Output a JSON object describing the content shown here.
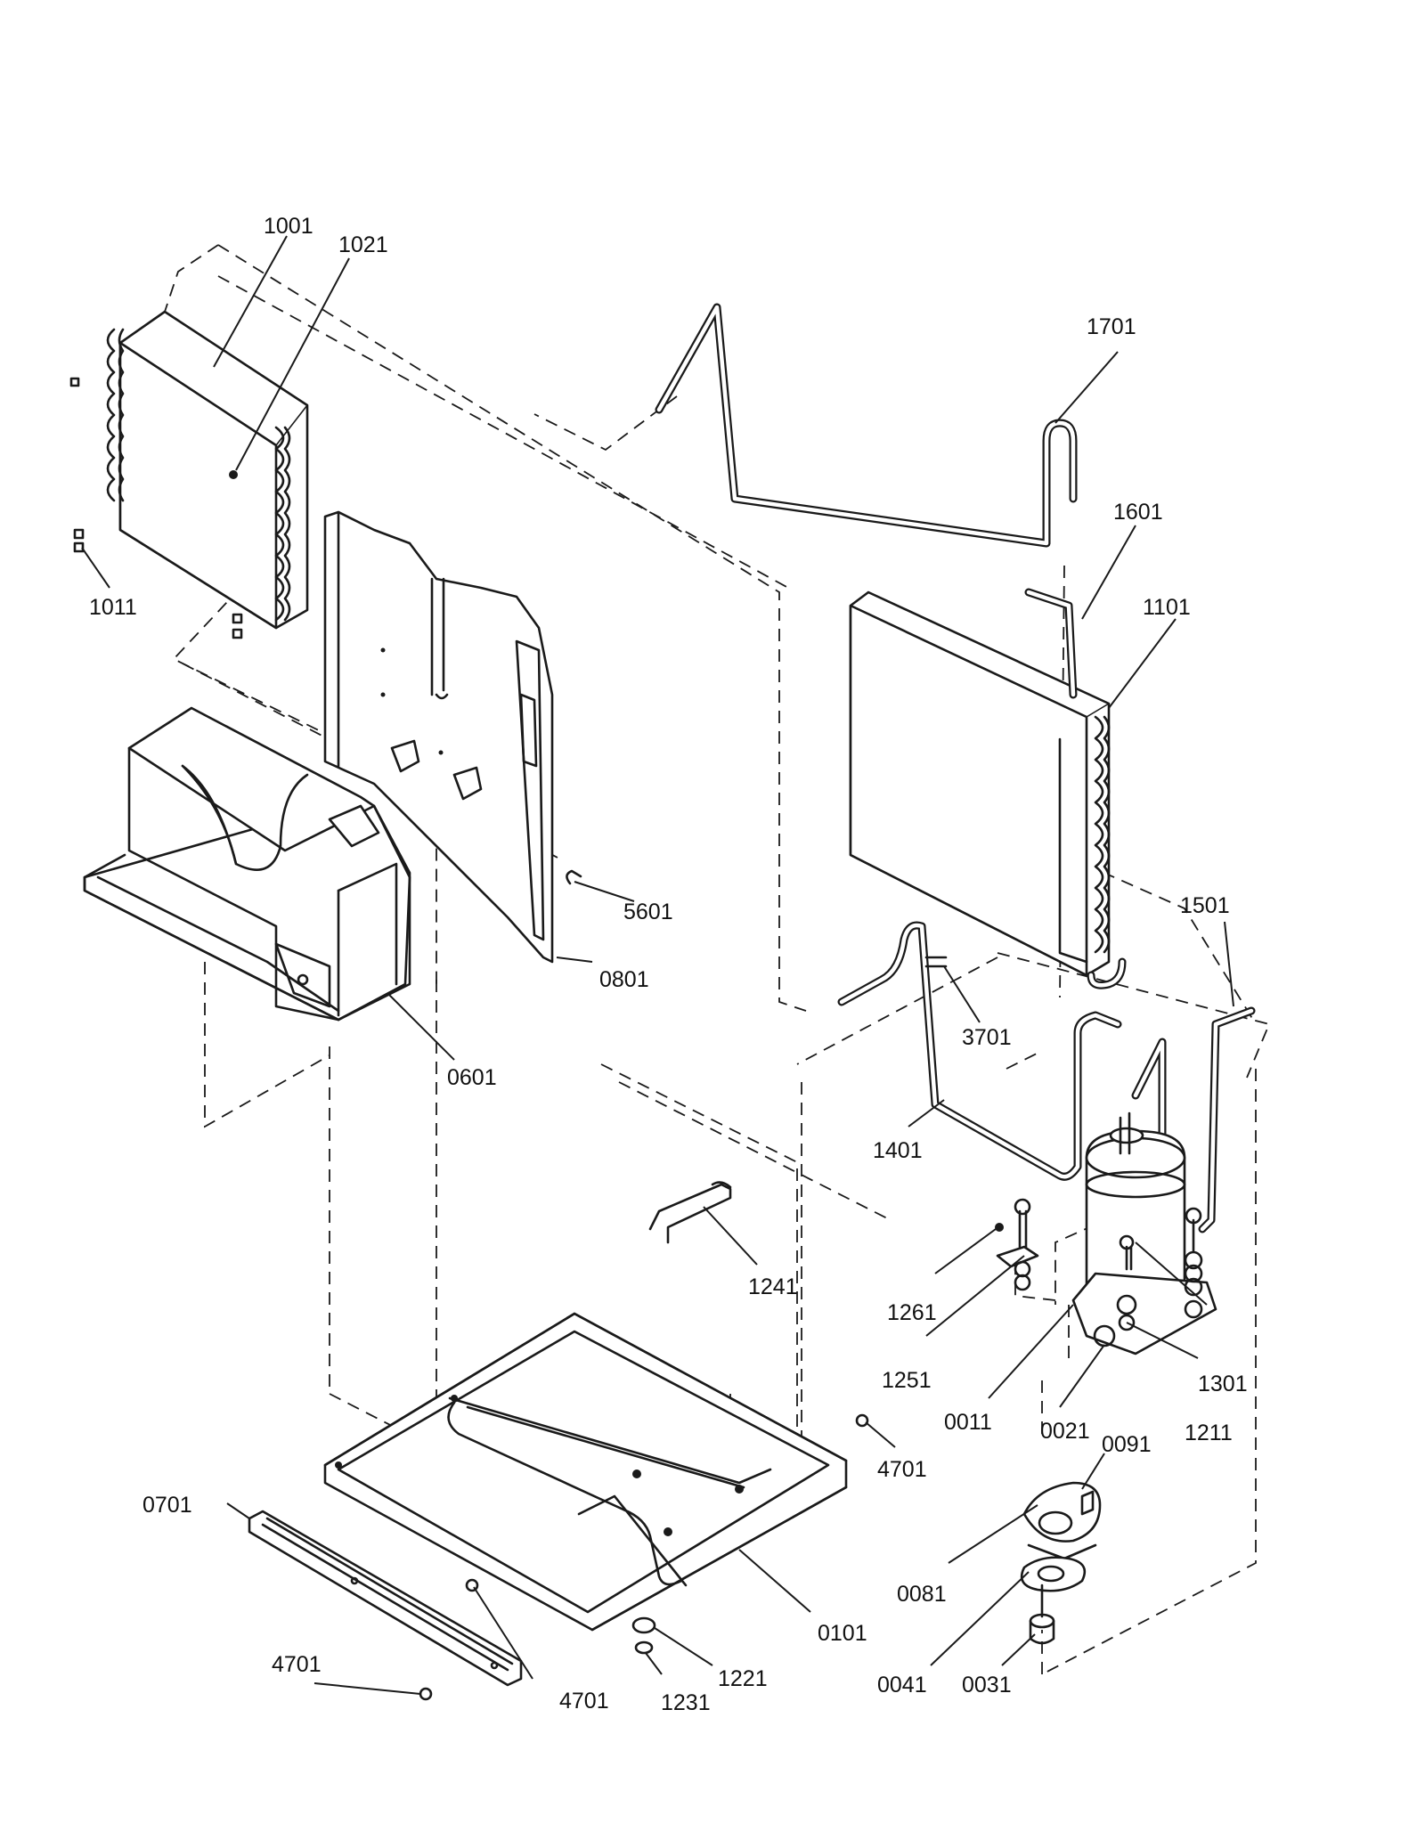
{
  "diagram": {
    "callouts": {
      "c1001": "1001",
      "c1021": "1021",
      "c1011": "1011",
      "c1701": "1701",
      "c1601": "1601",
      "c1101": "1101",
      "c5601": "5601",
      "c0801": "0801",
      "c0601": "0601",
      "c1501": "1501",
      "c3701": "3701",
      "c1401": "1401",
      "c1241": "1241",
      "c1261": "1261",
      "c1251": "1251",
      "c0011": "0011",
      "c0021": "0021",
      "c1211": "1211",
      "c1301": "1301",
      "c0091": "0091",
      "c4701a": "4701",
      "c0701": "0701",
      "c0081": "0081",
      "c0101": "0101",
      "c4701b": "4701",
      "c4701c": "4701",
      "c1221": "1221",
      "c1231": "1231",
      "c0041": "0041",
      "c0031": "0031"
    }
  }
}
